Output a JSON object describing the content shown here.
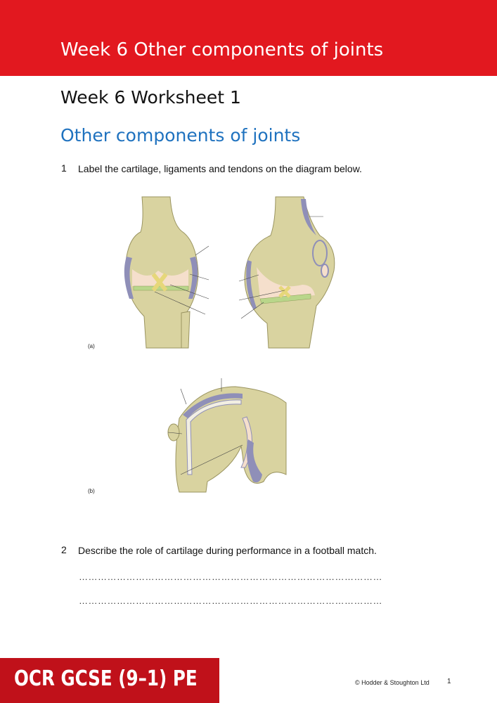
{
  "header": {
    "title": "Week 6 Other components of joints"
  },
  "worksheet_title": "Week 6 Worksheet 1",
  "section_title": "Other components of joints",
  "questions": [
    {
      "number": "1",
      "text": "Label the cartilage, ligaments and tendons on the diagram below."
    },
    {
      "number": "2",
      "text": "Describe the role of cartilage during performance in a football match."
    }
  ],
  "diagram": {
    "label_a": "(a)",
    "label_b": "(b)"
  },
  "answer_lines": [
    "……………………………………………………………………………………",
    "……………………………………………………………………………………"
  ],
  "footer": {
    "brand": "OCR GCSE (9–1) PE",
    "copyright": "© Hodder & Stoughton Ltd",
    "page": "1"
  },
  "colors": {
    "header_red": "#e2181f",
    "footer_red": "#c0111a",
    "section_blue": "#1f72bf",
    "bone": "#d9d3a0",
    "cartilage": "#b9d68a",
    "capsule": "#8f8fb8",
    "fluid": "#f5dfcc"
  }
}
